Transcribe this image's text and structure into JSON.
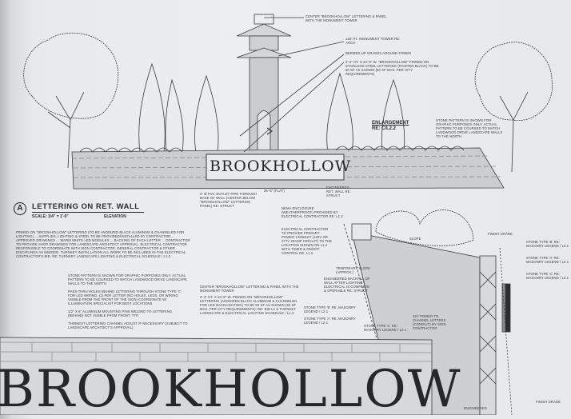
{
  "sign_text": "BROOKHOLLOW",
  "title": {
    "marker": "A",
    "name": "LETTERING ON RET. WALL",
    "scale": "SCALE: 1/4\" = 1'-0\"",
    "view": "ELEVATION"
  },
  "enlargement": {
    "label": "ENLARGEMENT",
    "ref": "RE: C/L2.2"
  },
  "dimension": "25'-6\" (FLAT)",
  "notes": [
    "CENTER \"BROOKHOLLOW\" LETTERING & PANEL WITH THE MONUMENT TOWER",
    "±25' HT. MONUMENT TOWER RE: ARCH",
    "BERMED UP GRADES AROUND TOWER",
    "2'-4\" HT. X 24'-8\" W. \"BROOKHOLLOW\" PINNED-ON STAINLESS STEEL LETTERING (PAINTED BLACK) TO BE 50 SF AS SHOWN (50 SF MAX. PER CITY REQUIREMENTS)",
    "STONE PATTERN IS SHOWN FOR GRAPHIC PURPOSES ONLY. ACTUAL PATTERN TO BE COURSED TO MATCH LANDWOOD DRIVE LANDSCAPE WALLS TO THE NORTH",
    "4\" Ø PVC OUTLET PIPE THROUGH BASE OF WALL (CENTER BELOW \"BROOKHOLLOW\" LETTERING PANEL) RE: STRUCT",
    "ENGINEERED RET. WALL RE: STRUCT",
    "NEMA ENCLOSURE (WEATHERPROOF) PROVIDED BY ELECTRICAL CONTRACTOR RE: L1.2",
    "ELECTRICAL CONTRACTOR TO PROVIDE PRIMARY POWER CONDUIT (120V OR 277V 20AMP CIRCUIT) TO THE LOCATION SHOWN ON L1.2 WITH TIMER & ON/OFF CONTROL RE: L1.2",
    "SLOPE",
    "FINISH GRADE",
    "TEMPORARY SLOPE (APPROX.)",
    "ENGINEERED BACKFILL OF WALL AFTER LIGHTING / ELECTRICAL IS COMPLETE & OPERABLE RE: STRUCT",
    "12V POWER TO CHANNEL LETTERS (CONDUIT) BY SIGN CONTRACTOR",
    "STONE TYPE 'B' RE: MASONRY LEGEND / L2.1",
    "STONE TYPE 'A' RE: MASONRY LEGEND / L2.1",
    "STONE TYPE 'C' RE: MASONRY LEGEND / L2.1",
    "PINNED-ON \"BROOKHOLLOW\" LETTERING (TO BE ANODIZED BLACK ALUMINUM & CHANNELED FOR LIGHTING) ... SUPPLIES, LIGHTING & STEEL TO BE PROVIDED/INSTALLED BY CONTRACTOR ... APPROVED DRAWINGS ... WARM WHITE LED MODULES ... BACKING OF EACH LETTER ... CONTRACTOR TO PROVIDE SHOP DRAWINGS FOR LANDSCAPE ARCHITECT APPROVAL. ELECTRICAL CONTRACTOR RESPONSIBLE TO COORDINATE WITH SIGN CONTRACTOR, GENERAL CONTRACTOR & OTHER DISCIPLINES AS NEEDED. TURNKEY INSTALLATION ALL WORK TO BE INCLUDED IN THE ELECTRICAL CONTRACTOR'S BID. RE: TURNKEY LANDSCAPE LIGHTING & ELECTRICAL SCHEDULE / L1.3",
    "PASS-THRU HOLES BEHIND LETTERING THROUGH STONE TYPE 'C' FOR LED WIRING. (2) PER LETTER (NO HOLES, LEDS, OR WIRING VISIBLE FROM THE FRONT OF THE SIGN) COORDINATE W/ ILLUMINATION SPECIALIST FOR BEST LOCATIONS",
    "1/2\" X 6\" ALUMINUM MOUNTING PINS WELDED TO LETTERING (BEHIND) NOT VISIBLE FROM FRONT, TYP.",
    "THINNEST LETTERING CHANNEL ADJUST IF NECESSARY (SUBJECT TO LANDSCAPE ARCHITECT'S APPROVAL)",
    "2'-4\" HT. X 24'-8\" W. PINNED-ON \"BROOKHOLLOW\" LETTERING (ANODIZED BLACK ALUMINUM & CHANNELED FOR LED BACKLIGHTING) TO BE 50 SF AS SHOWN (50 SF MAX. PER CITY REQUIREMENTS); RE: BID L2 & TURNKEY LANDSCAPE & ELECTRICAL LIGHTING SCHEDULE / L1.3",
    "FINISH GRADE",
    "ENGINEERED"
  ]
}
